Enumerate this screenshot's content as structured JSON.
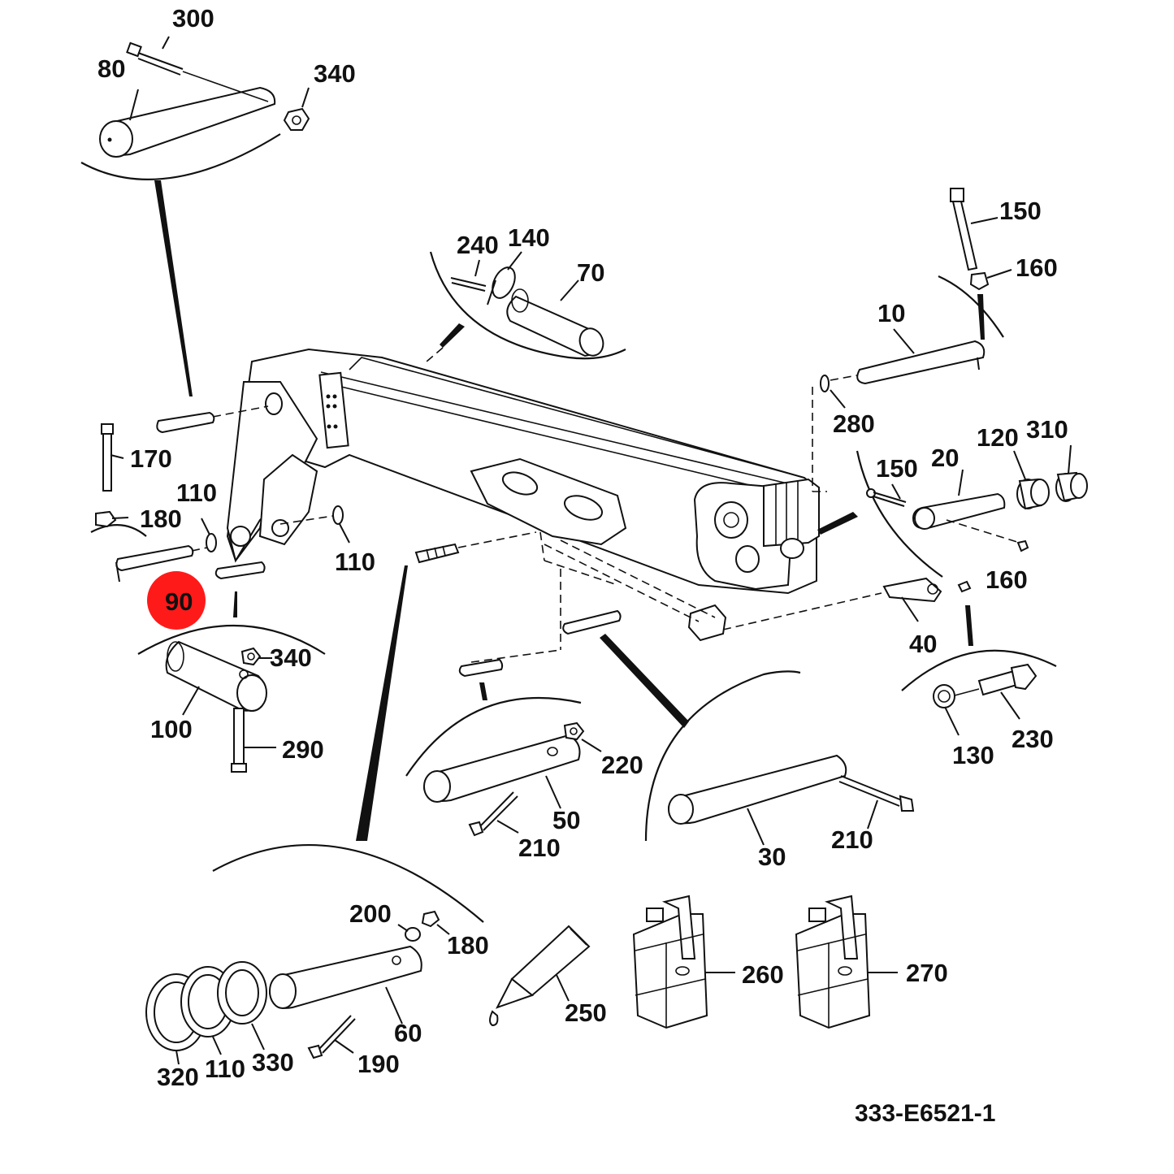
{
  "diagram": {
    "drawing_code": "333-E6521-1",
    "highlight_color": "#ff1a1a",
    "highlighted_part": "90",
    "callouts": [
      {
        "id": "c300",
        "label": "300"
      },
      {
        "id": "c80",
        "label": "80"
      },
      {
        "id": "c340a",
        "label": "340"
      },
      {
        "id": "c240",
        "label": "240"
      },
      {
        "id": "c140",
        "label": "140"
      },
      {
        "id": "c70",
        "label": "70"
      },
      {
        "id": "c150a",
        "label": "150"
      },
      {
        "id": "c160a",
        "label": "160"
      },
      {
        "id": "c10",
        "label": "10"
      },
      {
        "id": "c280",
        "label": "280"
      },
      {
        "id": "c170",
        "label": "170"
      },
      {
        "id": "c110a",
        "label": "110"
      },
      {
        "id": "c180a",
        "label": "180"
      },
      {
        "id": "c110b",
        "label": "110"
      },
      {
        "id": "c90",
        "label": "90"
      },
      {
        "id": "c150b",
        "label": "150"
      },
      {
        "id": "c20",
        "label": "20"
      },
      {
        "id": "c120",
        "label": "120"
      },
      {
        "id": "c310",
        "label": "310"
      },
      {
        "id": "c160b",
        "label": "160"
      },
      {
        "id": "c40",
        "label": "40"
      },
      {
        "id": "c340b",
        "label": "340"
      },
      {
        "id": "c100",
        "label": "100"
      },
      {
        "id": "c290",
        "label": "290"
      },
      {
        "id": "c220",
        "label": "220"
      },
      {
        "id": "c50",
        "label": "50"
      },
      {
        "id": "c210a",
        "label": "210"
      },
      {
        "id": "c30",
        "label": "30"
      },
      {
        "id": "c210b",
        "label": "210"
      },
      {
        "id": "c130",
        "label": "130"
      },
      {
        "id": "c230",
        "label": "230"
      },
      {
        "id": "c200",
        "label": "200"
      },
      {
        "id": "c180b",
        "label": "180"
      },
      {
        "id": "c60",
        "label": "60"
      },
      {
        "id": "c190",
        "label": "190"
      },
      {
        "id": "c250",
        "label": "250"
      },
      {
        "id": "c260",
        "label": "260"
      },
      {
        "id": "c270",
        "label": "270"
      },
      {
        "id": "c320",
        "label": "320"
      },
      {
        "id": "c110c",
        "label": "110"
      },
      {
        "id": "c330",
        "label": "330"
      }
    ]
  }
}
